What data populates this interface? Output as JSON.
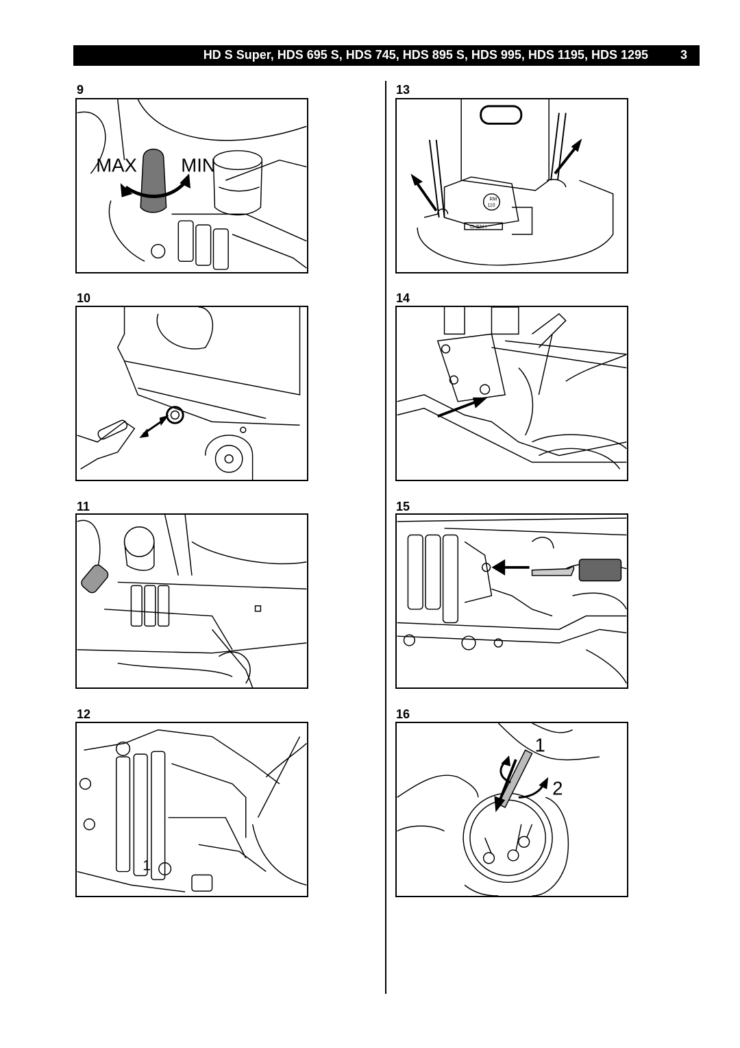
{
  "header": {
    "title": "HD S Super, HDS 695 S, HDS 745, HDS 895 S, HDS 995, HDS 1195, HDS 1295",
    "page_number": "3"
  },
  "figures": [
    {
      "number": "9",
      "labels": {
        "max": "MAX",
        "min": "MIN"
      }
    },
    {
      "number": "10"
    },
    {
      "number": "11"
    },
    {
      "number": "12",
      "labels": {
        "callout": "1"
      }
    },
    {
      "number": "13",
      "labels": {
        "rm": "RM",
        "rm_num": "110",
        "chem": "CHEM I"
      }
    },
    {
      "number": "14"
    },
    {
      "number": "15"
    },
    {
      "number": "16",
      "labels": {
        "step1": "1",
        "step2": "2"
      }
    }
  ]
}
